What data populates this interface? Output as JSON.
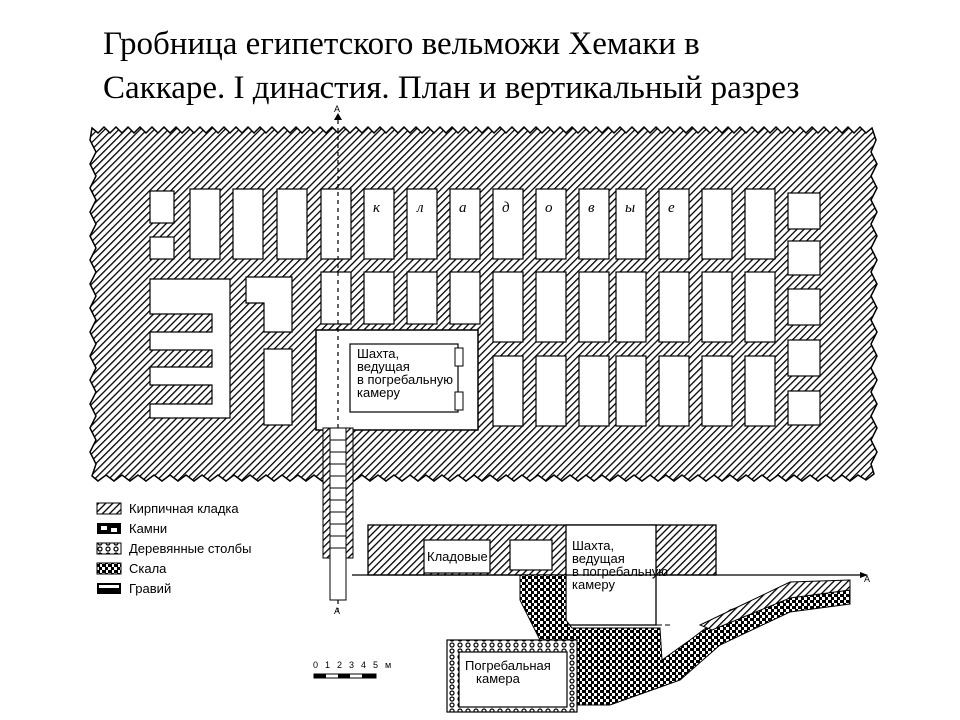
{
  "title": {
    "line1": "Гробница египетского вельможи Хемаки в",
    "line2": "Саккаре. I династия. План и вертикальный разрез"
  },
  "plan": {
    "storerooms_letters": [
      "к",
      "л",
      "а",
      "д",
      "о",
      "в",
      "ы",
      "е"
    ],
    "shaft_label": [
      "Шахта,",
      "ведущая",
      "в погребальную",
      "камеру"
    ],
    "section_marker": "А"
  },
  "section": {
    "storerooms": "Кладовые",
    "shaft_label": [
      "Шахта,",
      "ведущая",
      "в погребальную",
      "камеру"
    ],
    "burial_chamber": [
      "Погребальная",
      "камера"
    ],
    "marker": "А"
  },
  "legend": [
    {
      "label": "Кирпичная кладка",
      "pattern": "hatch"
    },
    {
      "label": "Камни",
      "pattern": "stones"
    },
    {
      "label": "Деревянные столбы",
      "pattern": "posts"
    },
    {
      "label": "Скала",
      "pattern": "rock"
    },
    {
      "label": "Гравий",
      "pattern": "gravel"
    }
  ],
  "scale": {
    "ticks": [
      "0",
      "1",
      "2",
      "3",
      "4",
      "5",
      "м"
    ]
  },
  "colors": {
    "ink": "#000000",
    "paper": "#ffffff"
  }
}
